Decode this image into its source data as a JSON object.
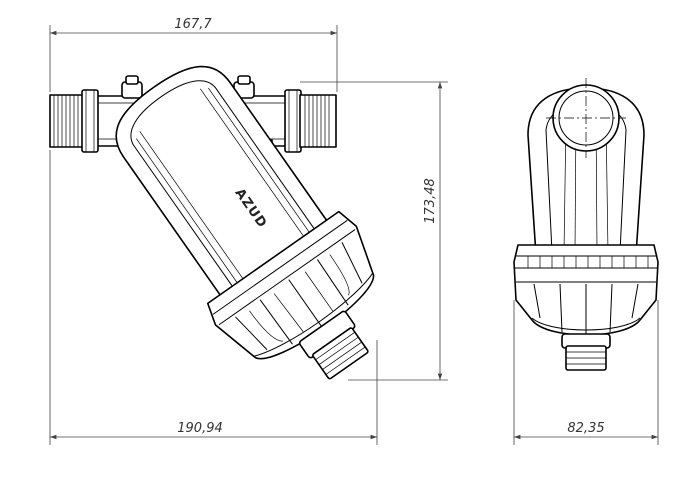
{
  "drawing": {
    "dimensions": {
      "top_width": "167,7",
      "overall_width": "190,94",
      "overall_height": "173,48",
      "side_width": "82,35"
    },
    "logo_text": "AZUD",
    "colors": {
      "outline": "#000000",
      "dimension_line": "#444444",
      "background": "#ffffff"
    }
  }
}
